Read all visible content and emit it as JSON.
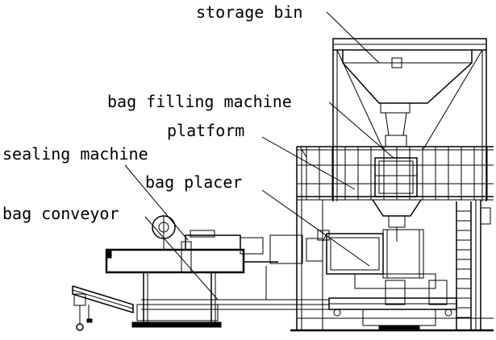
{
  "labels": {
    "storage_bin": "storage bin",
    "bag_filling_machine": "bag filling machine",
    "platform": "platform",
    "sealing_machine": "sealing machine",
    "bag_placer": "bag placer",
    "bag_conveyor": "bag conveyor"
  }
}
